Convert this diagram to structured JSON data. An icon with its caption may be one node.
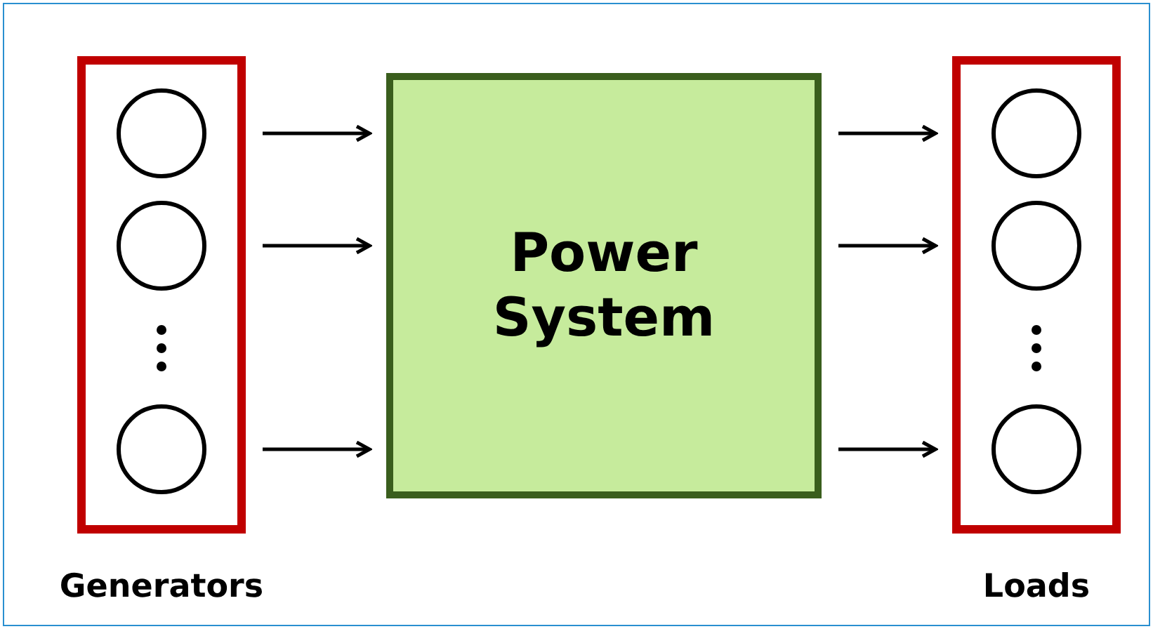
{
  "diagram": {
    "nodes": [
      {
        "text": [
          "Generators"
        ]
      },
      {
        "text": [],
        "shape": "circle",
        "in": 0
      },
      {
        "text": [],
        "shape": "circle",
        "in": 0
      },
      {
        "text": [],
        "shape": "circle",
        "in": 0
      },
      {
        "text": [
          "Power System"
        ]
      },
      {
        "text": [
          "Loads"
        ]
      },
      {
        "text": [],
        "shape": "circle",
        "in": 5
      },
      {
        "text": [],
        "shape": "circle",
        "in": 5
      },
      {
        "text": [],
        "shape": "circle",
        "in": 5
      }
    ],
    "edges": [
      {
        "from": 0,
        "to": 4,
        "arrow": "to"
      },
      {
        "from": 0,
        "to": 4,
        "arrow": "to"
      },
      {
        "from": 0,
        "to": 4,
        "arrow": "to"
      },
      {
        "from": 4,
        "to": 5,
        "arrow": "to"
      },
      {
        "from": 4,
        "to": 5,
        "arrow": "to"
      },
      {
        "from": 4,
        "to": 5,
        "arrow": "to"
      }
    ]
  }
}
